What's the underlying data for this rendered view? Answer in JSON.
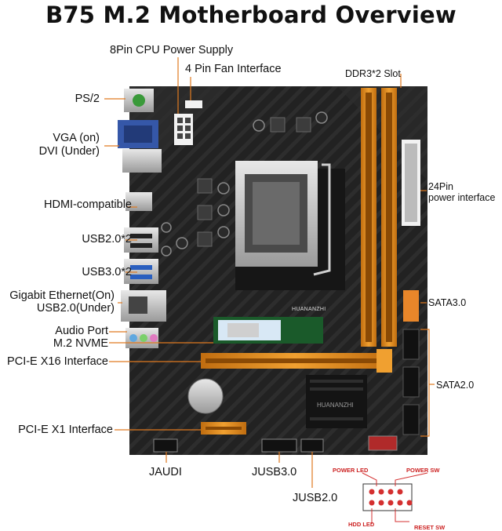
{
  "title": "B75 M.2 Motherboard Overview",
  "brand": "HUANANZHI",
  "colors": {
    "board": "#222222",
    "orange": "#e08a1e",
    "label_line": "#e07a20",
    "accent_red": "#d43030"
  },
  "labels": {
    "cpu_power": "8Pin CPU Power Supply",
    "fan": "4 Pin Fan Interface",
    "ddr3": "DDR3*2 Slot",
    "ps2": "PS/2",
    "vga_line1": "VGA (on)",
    "vga_line2": "DVI (Under)",
    "power24_line1": "24Pin",
    "power24_line2": "power interface",
    "hdmi": "HDMI-compatible",
    "usb2": "USB2.0*2",
    "usb3": "USB3.0*2",
    "lan_line1": "Gigabit Ethernet(On)",
    "lan_line2": "USB2.0(Under)",
    "sata3": "SATA3.0",
    "audio": "Audio Port",
    "m2": "M.2 NVME",
    "pcie16": "PCI-E X16 Interface",
    "sata2": "SATA2.0",
    "pcie1": "PCI-E X1 Interface",
    "jaudi": "JAUDI",
    "jusb3": "JUSB3.0",
    "jusb2": "JUSB2.0"
  },
  "front_panel": {
    "power_led": "POWER LED",
    "power_sw": "POWER SW",
    "hdd_led": "HDD LED",
    "reset_sw": "RESET SW"
  }
}
